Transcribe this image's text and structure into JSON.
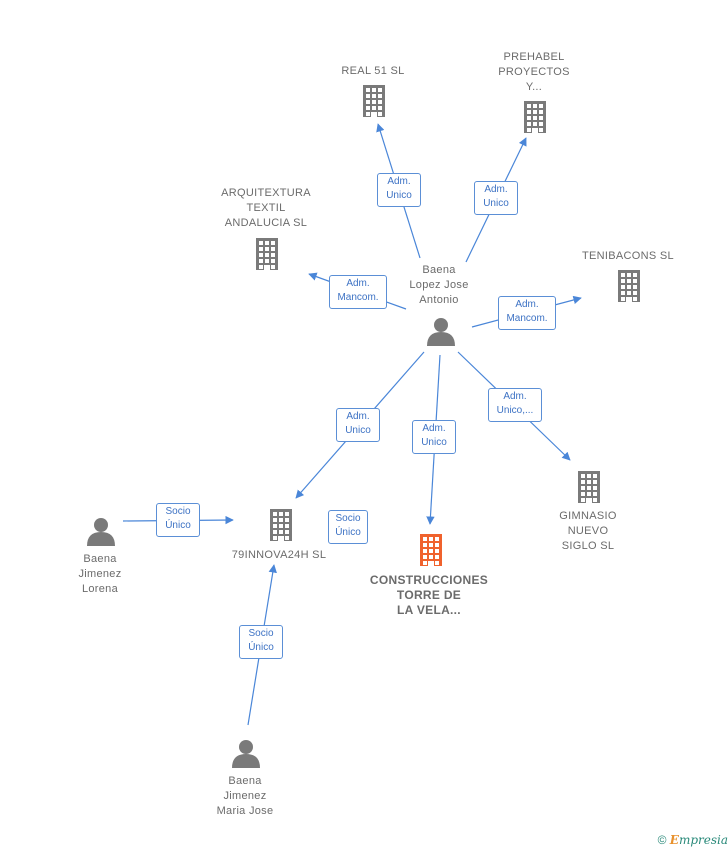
{
  "nodes": [
    {
      "id": "baena_lopez",
      "type": "person",
      "label": "Baena\nLopez Jose\nAntonio",
      "highlight": false
    },
    {
      "id": "real51",
      "type": "company",
      "label": "REAL 51 SL",
      "highlight": false
    },
    {
      "id": "prehabel",
      "type": "company",
      "label": "PREHABEL\nPROYECTOS\nY...",
      "highlight": false
    },
    {
      "id": "arquitextura",
      "type": "company",
      "label": "ARQUITEXTURA\nTEXTIL\nANDALUCIA  SL",
      "highlight": false
    },
    {
      "id": "tenibacons",
      "type": "company",
      "label": "TENIBACONS SL",
      "highlight": false
    },
    {
      "id": "gimnasio",
      "type": "company",
      "label": "GIMNASIO\nNUEVO\nSIGLO SL",
      "highlight": false
    },
    {
      "id": "construcciones",
      "type": "company",
      "label": "CONSTRUCCIONES\nTORRE DE\nLA VELA...",
      "highlight": true
    },
    {
      "id": "innova",
      "type": "company",
      "label": "79INNOVA24H SL",
      "highlight": false
    },
    {
      "id": "baena_lorena",
      "type": "person",
      "label": "Baena\nJimenez\nLorena",
      "highlight": false
    },
    {
      "id": "baena_mariajose",
      "type": "person",
      "label": "Baena\nJimenez\nMaria Jose",
      "highlight": false
    }
  ],
  "edges": [
    {
      "from": "baena_lopez",
      "to": "real51",
      "label": "Adm.\nUnico"
    },
    {
      "from": "baena_lopez",
      "to": "prehabel",
      "label": "Adm.\nUnico"
    },
    {
      "from": "baena_lopez",
      "to": "arquitextura",
      "label": "Adm.\nMancom."
    },
    {
      "from": "baena_lopez",
      "to": "tenibacons",
      "label": "Adm.\nMancom."
    },
    {
      "from": "baena_lopez",
      "to": "gimnasio",
      "label": "Adm.\nUnico,..."
    },
    {
      "from": "baena_lopez",
      "to": "construcciones",
      "label": "Adm.\nUnico"
    },
    {
      "from": "baena_lopez",
      "to": "innova",
      "label": "Adm.\nUnico"
    },
    {
      "from": "baena_lorena",
      "to": "innova",
      "label": "Socio\nÚnico"
    },
    {
      "from": "baena_mariajose",
      "to": "innova",
      "label": "Socio\nÚnico"
    },
    {
      "from": "innova",
      "to": "innova_self",
      "label": "Socio\nÚnico"
    }
  ],
  "colors": {
    "edge": "#4a86d8",
    "node": "#7a7a7a",
    "highlight": "#f0622d",
    "label_text": "#3d72c4"
  },
  "footer": {
    "copyright": "©",
    "brand_first": "E",
    "brand_rest": "mpresia"
  }
}
